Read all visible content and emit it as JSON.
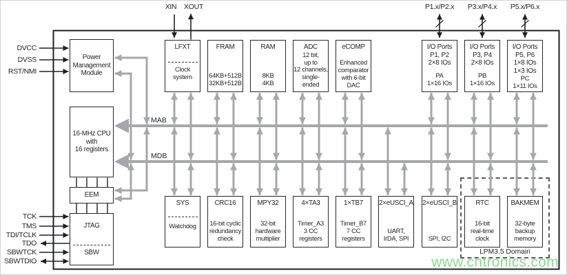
{
  "top_pins": {
    "xin": "XIN",
    "xout": "XOUT",
    "ports": [
      "P1.x/P2.x",
      "P3.x/P4.x",
      "P5.x/P6.x"
    ]
  },
  "left_pins_pmm": [
    "DVCC",
    "DVSS",
    "RST/NMI"
  ],
  "left_pins_debug": [
    "TCK",
    "TMS",
    "TDI/TCLK",
    "TDO",
    "SBWTCK",
    "SBWTDIO"
  ],
  "left_blocks": {
    "pmm": "Power\nManagement\nModule",
    "cpu": "16-MHz CPU\nwith\n16 registers",
    "eem": "EEM",
    "jtag_title": "JTAG",
    "jtag_sub": "SBW"
  },
  "buses": {
    "mab": "MAB",
    "mdb": "MDB"
  },
  "top_blocks": [
    {
      "title": "LFXT",
      "body": "Clock\nsystem"
    },
    {
      "title": "FRAM",
      "body": "64KB+512B\n32KB+512B"
    },
    {
      "title": "RAM",
      "body": "8KB\n4KB"
    },
    {
      "title": "ADC",
      "body": "12 bit,\nup to\n12 channels,\nsingle-ended"
    },
    {
      "title": "eCOMP",
      "body": "Enhanced\ncomparator\nwith 6-bit\nDAC"
    },
    {
      "title": "I/O Ports\nP1, P2\n2×8 IOs",
      "body": "PA\n1×16 IOs"
    },
    {
      "title": "I/O Ports\nP3, P4\n2×8 IOs",
      "body": "PB\n1×16 IOs"
    },
    {
      "title": "I/O Ports\nP5, P6\n1×8 IOs\n1×3 IOs",
      "body": "PC\n1×11 IOs"
    }
  ],
  "bottom_blocks": [
    {
      "title": "SYS",
      "body": "Watchdog"
    },
    {
      "title": "CRC16",
      "body": "16-bit cyclic\nredundancy\ncheck"
    },
    {
      "title": "MPY32",
      "body": "32-bit\nhardware\nmultiplier"
    },
    {
      "title": "4×TA3",
      "body": "Timer_A3\n3 CC\nregisters"
    },
    {
      "title": "1×TB7",
      "body": "Timer_B7\n7 CC\nregisters"
    },
    {
      "title": "2×eUSCI_A",
      "body": "UART,\nIrDA, SPI"
    },
    {
      "title": "2×eUSCI_B",
      "body": "SPI, I2C"
    },
    {
      "title": "RTC",
      "body": "16-bit\nreal-time\nclock"
    },
    {
      "title": "BAKMEM",
      "body": "32-byte\nbackup\nmemory"
    }
  ],
  "lpm_domain_label": "LPM3.5 Domain",
  "watermark": "www.cntronics.com",
  "colors": {
    "bus_gray": "#a5a7aa",
    "line_dark": "#1f2023",
    "watermark_green": "#8bda8b"
  }
}
